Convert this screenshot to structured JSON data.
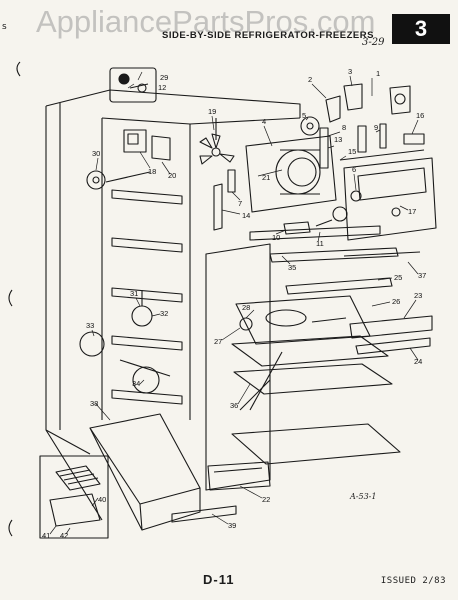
{
  "header": {
    "watermark": "AppliancePartsPros.com",
    "page_badge": "3",
    "subtitle": "SIDE-BY-SIDE REFRIGERATOR-FREEZERS",
    "handnote": "3-29",
    "corner_mark": "s"
  },
  "diagram": {
    "drawing_code": "A-53-1",
    "part_labels": [
      "1",
      "2",
      "3",
      "4",
      "5",
      "6",
      "7",
      "8",
      "9",
      "10",
      "11",
      "12",
      "13",
      "14",
      "15",
      "16",
      "17",
      "18",
      "19",
      "20",
      "21",
      "22",
      "23",
      "24",
      "25",
      "26",
      "27",
      "28",
      "29",
      "30",
      "31",
      "32",
      "33",
      "34",
      "35",
      "36",
      "37",
      "38",
      "39",
      "40",
      "41",
      "42"
    ]
  },
  "footer": {
    "page_number": "D-11",
    "issued": "ISSUED 2/83"
  }
}
